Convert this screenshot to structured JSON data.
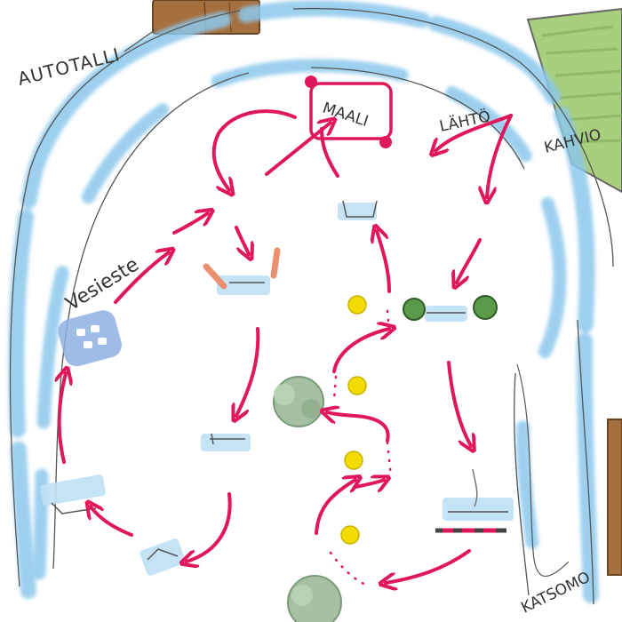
{
  "labels": {
    "garage": "AUTOTALLI",
    "finish": "MAALI",
    "start": "LÄHTÖ",
    "cafe": "KAHVIO",
    "water_obstacle": "Vesieste",
    "spectate": "KATSOMO"
  },
  "colors": {
    "route": "#e0185a",
    "water": "#8cc8ec",
    "cone": "#f2dc00",
    "bush": "#9db89a",
    "wood": "#a07040",
    "grass": "#a9cf7e"
  }
}
